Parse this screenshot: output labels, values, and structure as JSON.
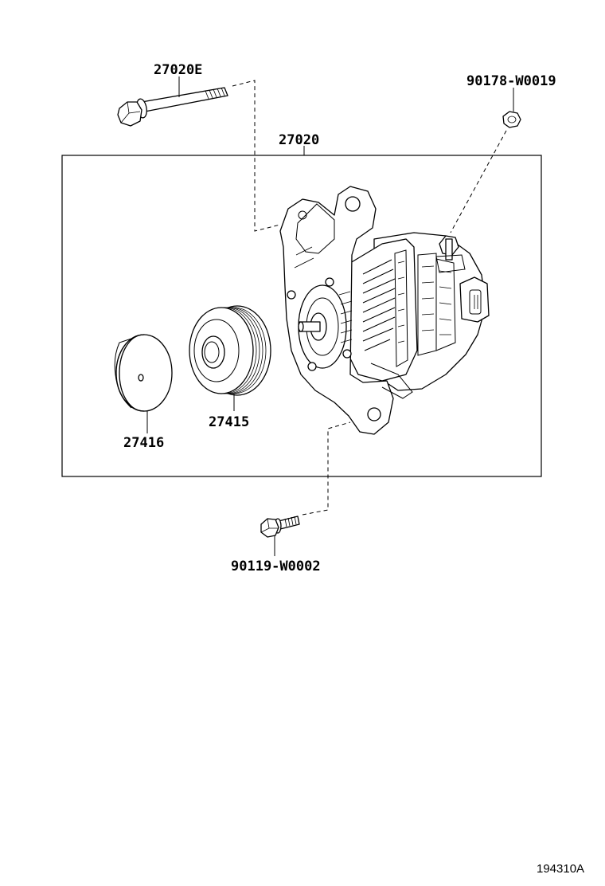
{
  "diagram": {
    "reference_code": "194310A",
    "assembly": {
      "part_number": "27020",
      "name": "alternator-assembly"
    },
    "parts": [
      {
        "part_number": "27020E",
        "name": "through-bolt"
      },
      {
        "part_number": "90178-W0019",
        "name": "terminal-nut"
      },
      {
        "part_number": "27415",
        "name": "pulley"
      },
      {
        "part_number": "27416",
        "name": "pulley-cap"
      },
      {
        "part_number": "90119-W0002",
        "name": "mounting-bolt"
      }
    ]
  }
}
